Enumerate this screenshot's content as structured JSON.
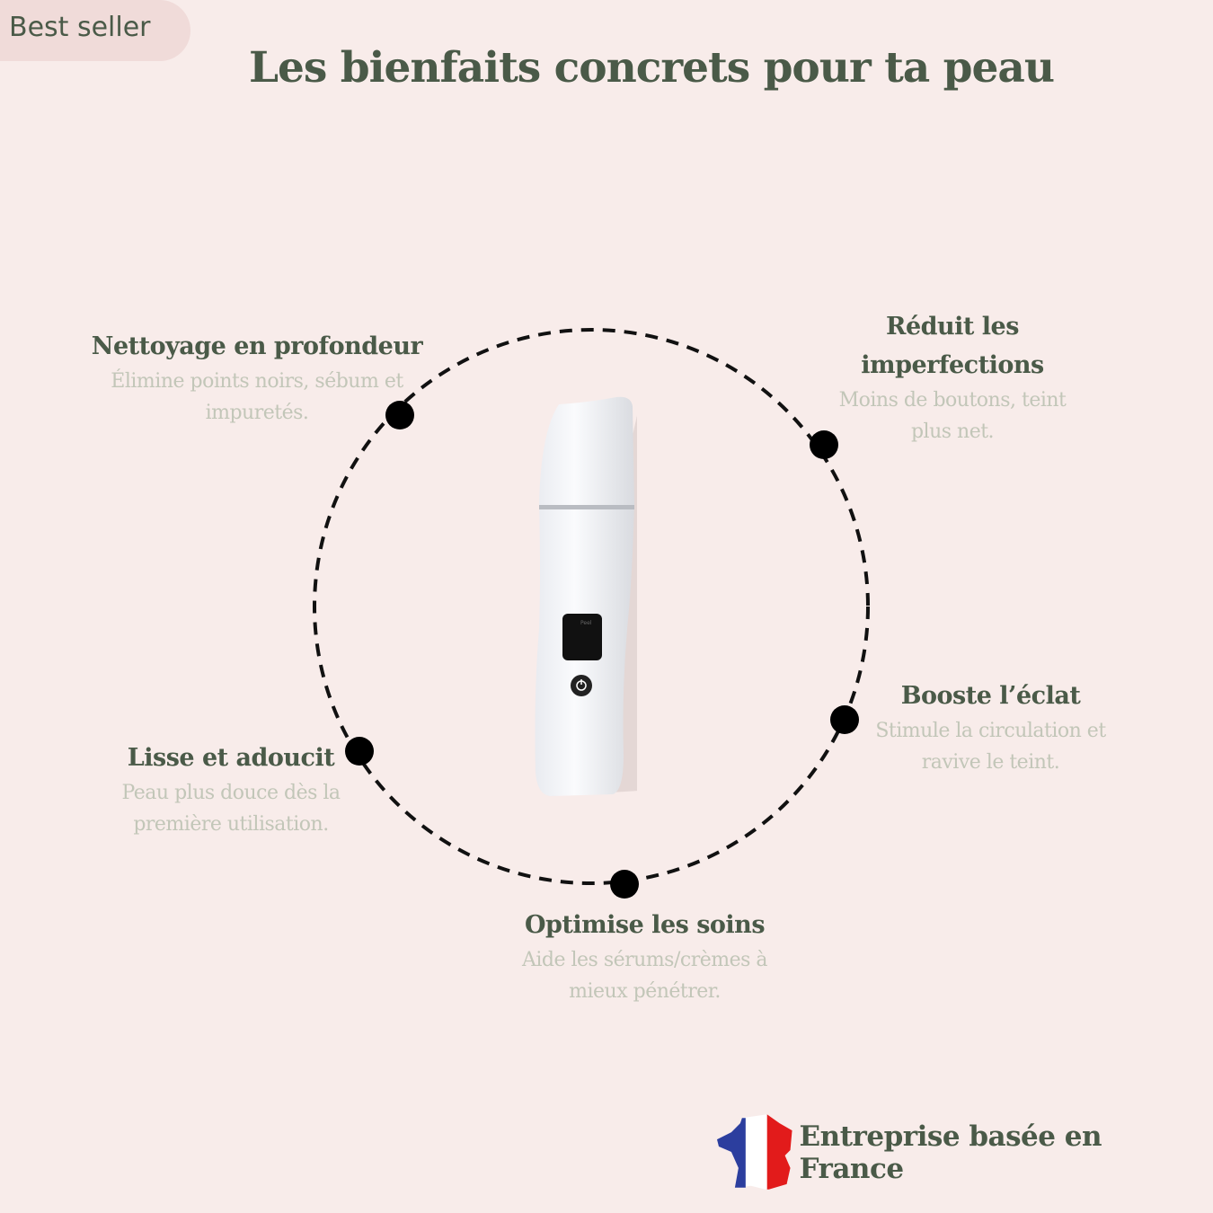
{
  "badge": {
    "label": "Best seller"
  },
  "title": "Les bienfaits concrets pour ta peau",
  "benefits": [
    {
      "title": "Nettoyage en profondeur",
      "description": "Élimine points noirs, sébum et impuretés."
    },
    {
      "title": "Réduit les imperfections",
      "description": "Moins de boutons, teint plus net."
    },
    {
      "title": "Booste l’éclat",
      "description": "Stimule la circulation et ravive le teint."
    },
    {
      "title": "Lisse et adoucit",
      "description": "Peau plus douce dès la première utilisation."
    },
    {
      "title": "Optimise les soins",
      "description": "Aide les sérums/crèmes à mieux pénétrer."
    }
  ],
  "device": {
    "screen_text": "Peel",
    "icon": "power-icon"
  },
  "footer": {
    "label": "Entreprise basée en France",
    "icon": "france-flag-map-icon"
  },
  "colors": {
    "background": "#f8ecea",
    "text": "#4a5a48",
    "muted": "#c2c6b8",
    "badge": "#f0dbd9"
  }
}
